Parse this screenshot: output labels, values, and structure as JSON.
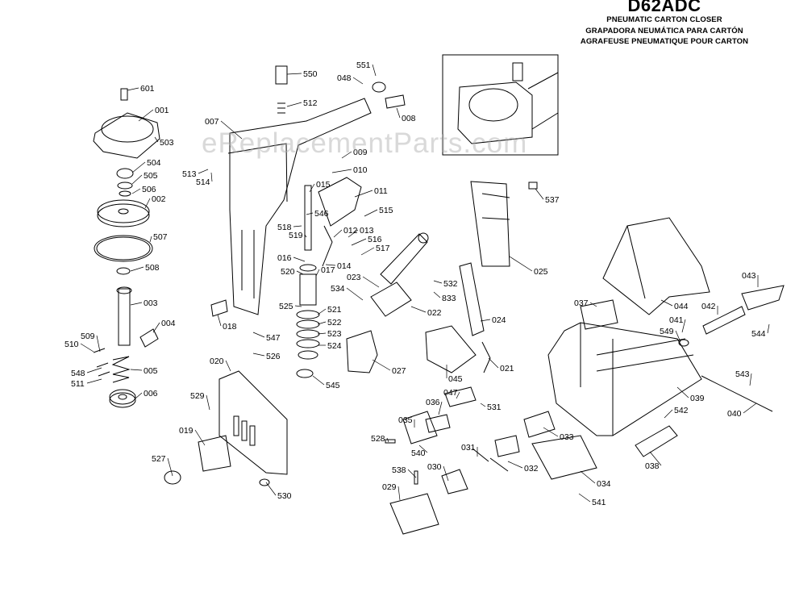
{
  "header": {
    "model": "D62ADC",
    "subtitle_en": "PNEUMATIC CARTON CLOSER",
    "subtitle_es": "GRAPADORA NEUMÁTICA PARA CARTÓN",
    "subtitle_fr": "AGRAFEUSE PNEUMATIQUE POUR CARTON"
  },
  "watermark": "eReplacementParts.com",
  "callouts": [
    "601",
    "001",
    "503",
    "504",
    "505",
    "506",
    "002",
    "507",
    "508",
    "003",
    "004",
    "509",
    "510",
    "548",
    "511",
    "005",
    "006",
    "550",
    "512",
    "551",
    "048",
    "008",
    "007",
    "513",
    "514",
    "009",
    "010",
    "015",
    "011",
    "546",
    "515",
    "518",
    "519",
    "012",
    "013",
    "516",
    "517",
    "016",
    "520",
    "014",
    "017",
    "525",
    "521",
    "522",
    "523",
    "524",
    "018",
    "547",
    "526",
    "545",
    "027",
    "020",
    "529",
    "019",
    "527",
    "530",
    "537",
    "025",
    "023",
    "534",
    "532",
    "022",
    "833",
    "024",
    "045",
    "021",
    "043",
    "037",
    "044",
    "042",
    "041",
    "549",
    "544",
    "039",
    "543",
    "040",
    "542",
    "038",
    "047",
    "531",
    "036",
    "035",
    "528",
    "540",
    "031",
    "033",
    "032",
    "030",
    "538",
    "029",
    "034",
    "541"
  ]
}
